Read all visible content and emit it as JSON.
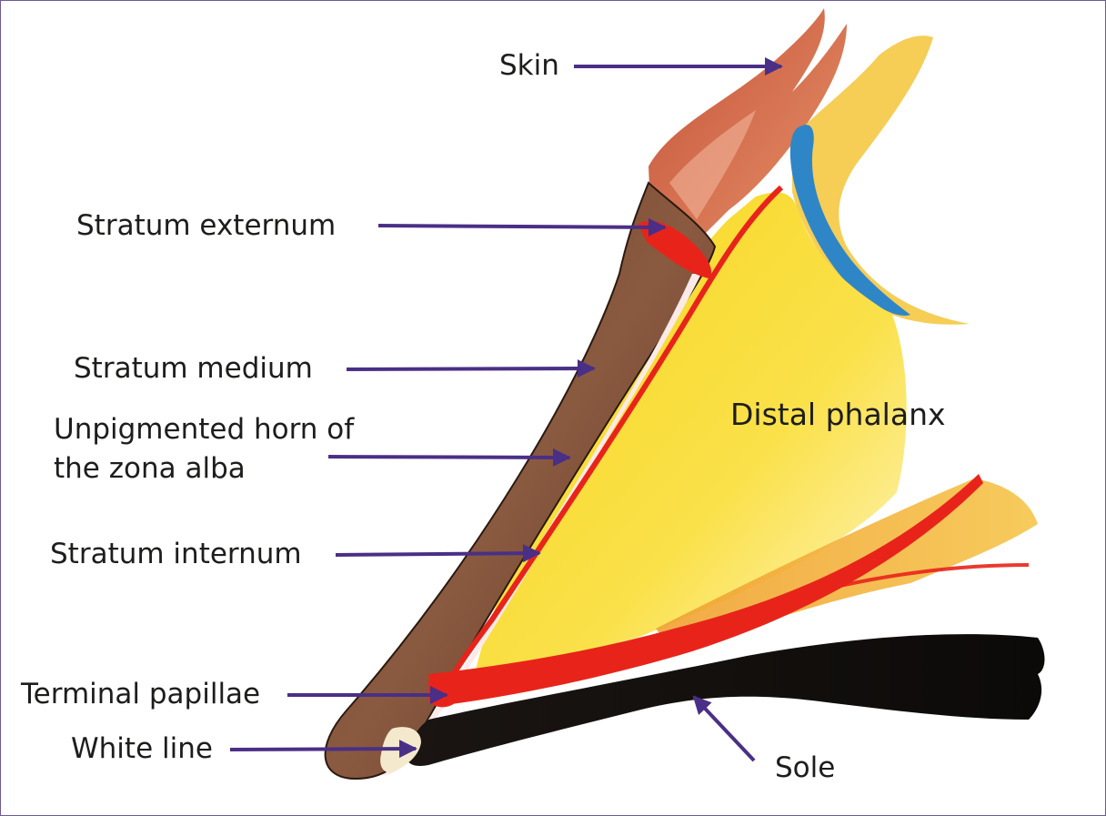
{
  "colors": {
    "border": "#6e5a96",
    "arrow": "#4a2f86",
    "text": "#1d1d1b",
    "horn_wall": "#7a4e36",
    "phalanx": "#f9df1c",
    "laminae": "#e8241a",
    "sole": "#161412",
    "skin": "#d8502e",
    "periosteum": "#2f86c6",
    "zona_alba": "#fbeae8"
  },
  "labels": {
    "skin": "Skin",
    "stratum_externum": "Stratum externum",
    "stratum_medium": "Stratum medium",
    "unpigmented_horn": "Unpigmented horn of\nthe zona alba",
    "stratum_internum": "Stratum internum",
    "terminal_papillae": "Terminal papillae",
    "white_line": "White line",
    "sole": "Sole",
    "distal_phalanx": "Distal phalanx"
  }
}
